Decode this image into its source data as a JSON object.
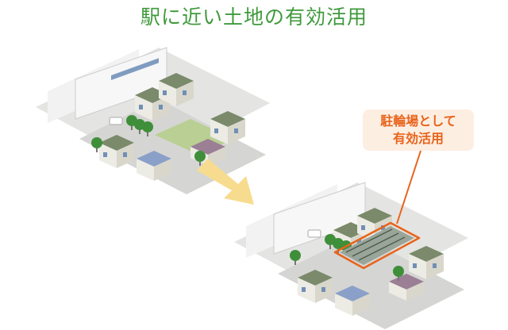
{
  "title": "駅に近い土地の有効活用",
  "callout": {
    "line1": "駐輪場として",
    "line2": "有効活用"
  },
  "colors": {
    "title": "#3f9a3c",
    "callout_text": "#e8641c",
    "callout_bg": "#fdeee2",
    "arrow": "#f7dc8f",
    "highlight": "#e8641c"
  }
}
